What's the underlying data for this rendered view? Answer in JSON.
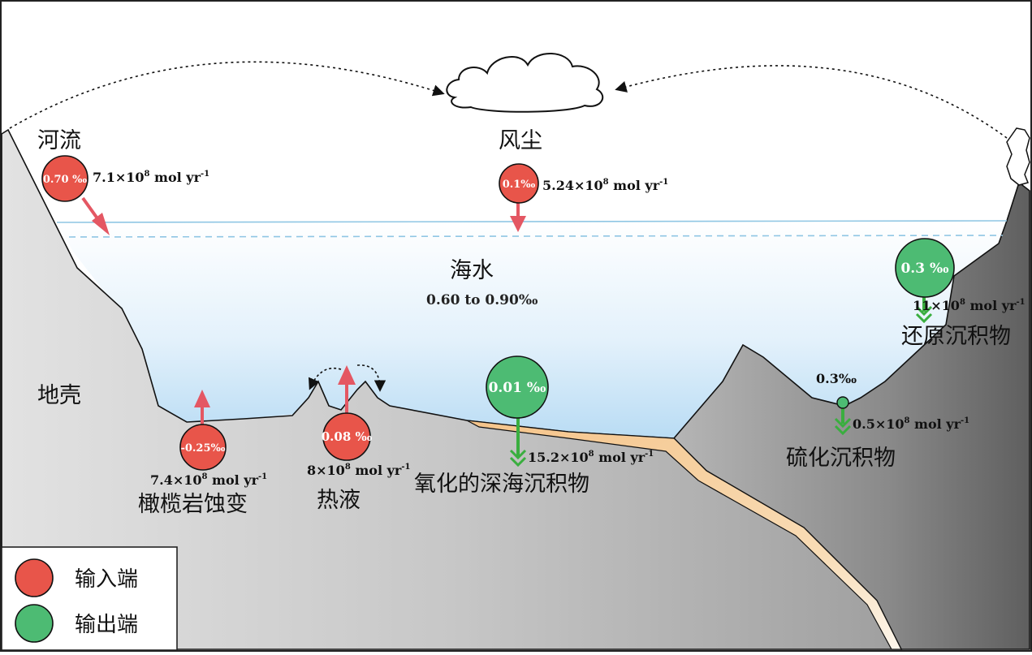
{
  "labels": {
    "river": "河流",
    "dust": "风尘",
    "seawater": "海水",
    "seawater_range": "0.60 to 0.90‰",
    "crust": "地壳",
    "peridotite": "橄榄岩蚀变",
    "hydrothermal": "热液",
    "oxic_sediment": "氧化的深海沉积物",
    "reducing_sediment": "还原沉积物",
    "sulfide_sediment": "硫化沉积物"
  },
  "circles": {
    "river": "0.70 ‰",
    "dust": "0.1‰",
    "peridotite": "-0.25‰",
    "hydrothermal": "0.08 ‰",
    "oxic": "0.01 ‰",
    "reducing": "0.3 ‰",
    "sulfide": "0.3‰"
  },
  "fluxes": {
    "river": {
      "coef": "7.1×10",
      "exp": "8",
      "unit": " mol yr",
      "uexp": "-1"
    },
    "dust": {
      "coef": "5.24×10",
      "exp": "8",
      "unit": " mol yr",
      "uexp": "-1"
    },
    "peridotite": {
      "coef": "7.4×10",
      "exp": "8",
      "unit": " mol yr",
      "uexp": "-1"
    },
    "hydrothermal": {
      "coef": "8×10",
      "exp": "8",
      "unit": " mol yr",
      "uexp": "-1"
    },
    "oxic": {
      "coef": "15.2×10",
      "exp": "8",
      "unit": " mol yr",
      "uexp": "-1"
    },
    "reducing": {
      "coef": "11×10",
      "exp": "8",
      "unit": " mol yr",
      "uexp": "-1"
    },
    "sulfide": {
      "coef": "0.5×10",
      "exp": "8",
      "unit": " mol yr",
      "uexp": "-1"
    }
  },
  "legend": {
    "input": "输入端",
    "output": "输出端"
  },
  "colors": {
    "input": "#e8554a",
    "output": "#4dbb73",
    "input_arrow": "#e45763",
    "output_arrow": "#3aae3f",
    "sediment": "#f7c98f"
  }
}
